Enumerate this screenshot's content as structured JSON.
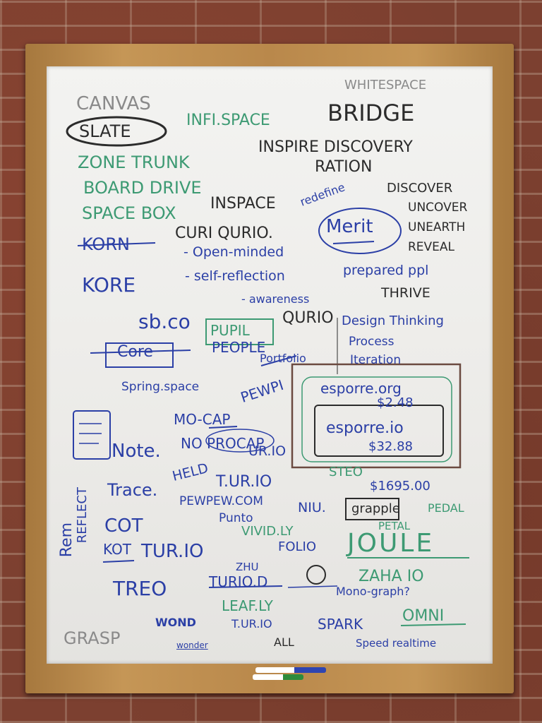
{
  "colors": {
    "ink_black": "#2b2b2b",
    "ink_blue": "#2b3fa6",
    "ink_green": "#3d9a73",
    "board": "#eeeeec",
    "frame": "#c29350",
    "brick": "#7c4030"
  },
  "board_words": {
    "whitespace": "WHITESPACE",
    "canvas": "CANVAS",
    "bridge": "BRIDGE",
    "infi_space": "INFI.SPACE",
    "slate": "SLATE",
    "zone_trunk": "ZONE TRUNK",
    "inspire_discovery": "INSPIRE DISCOVERY",
    "ration": "RATION",
    "board_drive": "BOARD DRIVE",
    "redefine": "redefine",
    "discover": "DISCOVER",
    "space_box": "SPACE BOX",
    "inspace": "INSPACE",
    "uncover": "UNCOVER",
    "korn": "KORN",
    "curi_qurio": "CURI QURIO.",
    "merit": "Merit",
    "unearth": "UNEARTH",
    "reveal": "REVEAL",
    "open_minded": "- Open-minded",
    "self_reflection": "- self-reflection",
    "kore": "KORE",
    "prepared_ppl": "prepared ppl",
    "thrive": "THRIVE",
    "awareness": "- awareness",
    "sb_co": "sb.co",
    "pupil": "PUPIL",
    "qurio": "QURIO",
    "design_thinking": "Design Thinking",
    "people": "PEOPLE",
    "process": "Process",
    "core": "Core",
    "portfolio": "Portfolio",
    "iteration": "Iteration",
    "spring_space": "Spring.space",
    "pewpi": "PEWPI",
    "esporre_org": "esporre.org",
    "price_org": "$2.48",
    "mo_cap": "MO-CAP",
    "esporre_io": "esporre.io",
    "note": "Note.",
    "no_procap": "NO PROCAP",
    "price_io": "$32.88",
    "ur_io": "UR.IO",
    "held": "HELD",
    "steo": "STEO",
    "t_ur_io": "T.UR.IO",
    "trace": "Trace.",
    "price_big": "$1695.00",
    "pewpew_com": "PEWPEW.COM",
    "niu": "NIU.",
    "grapple": "grapple",
    "pedal": "PEDAL",
    "reflect": "REFLECT",
    "rem": "Rem",
    "punto": "Punto",
    "petal": "PETAL",
    "cot": "COT",
    "vivid_ly": "VIVID.LY",
    "kot": "KOT",
    "tur_io": "TUR.IO",
    "folio": "FOLIO",
    "joule": "JOULE",
    "zhu": "ZHU",
    "zaha_io": "ZAHA IO",
    "treo": "TREO",
    "turio_d": "TURIO.D",
    "mono_graph": "Mono-graph?",
    "leaf_ly": "LEAF.LY",
    "wond": "WOND",
    "t_ur_io_small": "T.UR.IO",
    "spark": "SPARK",
    "omni": "OMNI",
    "grasp": "GRASP",
    "wonder": "wonder",
    "all": "ALL",
    "speed_realtime": "Speed realtime"
  },
  "icons": [
    "note-page-sketch-icon",
    "loop-arrow-sketch-icon",
    "dry-erase-marker-icon"
  ]
}
